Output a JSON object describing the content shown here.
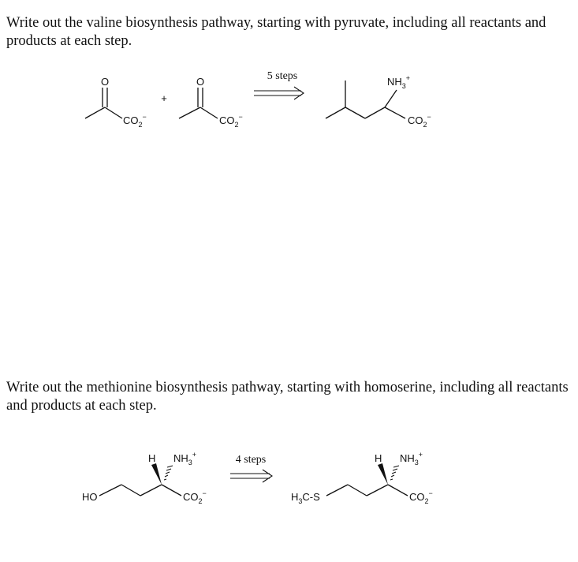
{
  "question1": {
    "prompt": "Write out the valine biosynthesis pathway, starting with pyruvate, including all reactants and products at each step.",
    "plus": "+",
    "arrow_label": "5 steps",
    "reactant1": {
      "o_label": "O",
      "carboxylate": "CO",
      "carboxylate_sub": "2",
      "carboxylate_sup": "−"
    },
    "reactant2": {
      "o_label": "O",
      "carboxylate": "CO",
      "carboxylate_sub": "2",
      "carboxylate_sup": "−"
    },
    "product": {
      "amine": "NH",
      "amine_sub": "3",
      "amine_sup": "+",
      "carboxylate": "CO",
      "carboxylate_sub": "2",
      "carboxylate_sup": "−"
    }
  },
  "question2": {
    "prompt": "Write out the methionine biosynthesis pathway, starting with homoserine, including all reactants and products at each step.",
    "arrow_label": "4 steps",
    "reactant": {
      "hydroxyl": "HO",
      "h_label": "H",
      "amine": "NH",
      "amine_sub": "3",
      "amine_sup": "+",
      "carboxylate": "CO",
      "carboxylate_sub": "2",
      "carboxylate_sup": "−"
    },
    "product": {
      "thioether_prefix": "H",
      "thioether_sub": "3",
      "thioether_rest": "C-S",
      "h_label": "H",
      "amine": "NH",
      "amine_sub": "3",
      "amine_sup": "+",
      "carboxylate": "CO",
      "carboxylate_sub": "2",
      "carboxylate_sup": "−"
    }
  }
}
